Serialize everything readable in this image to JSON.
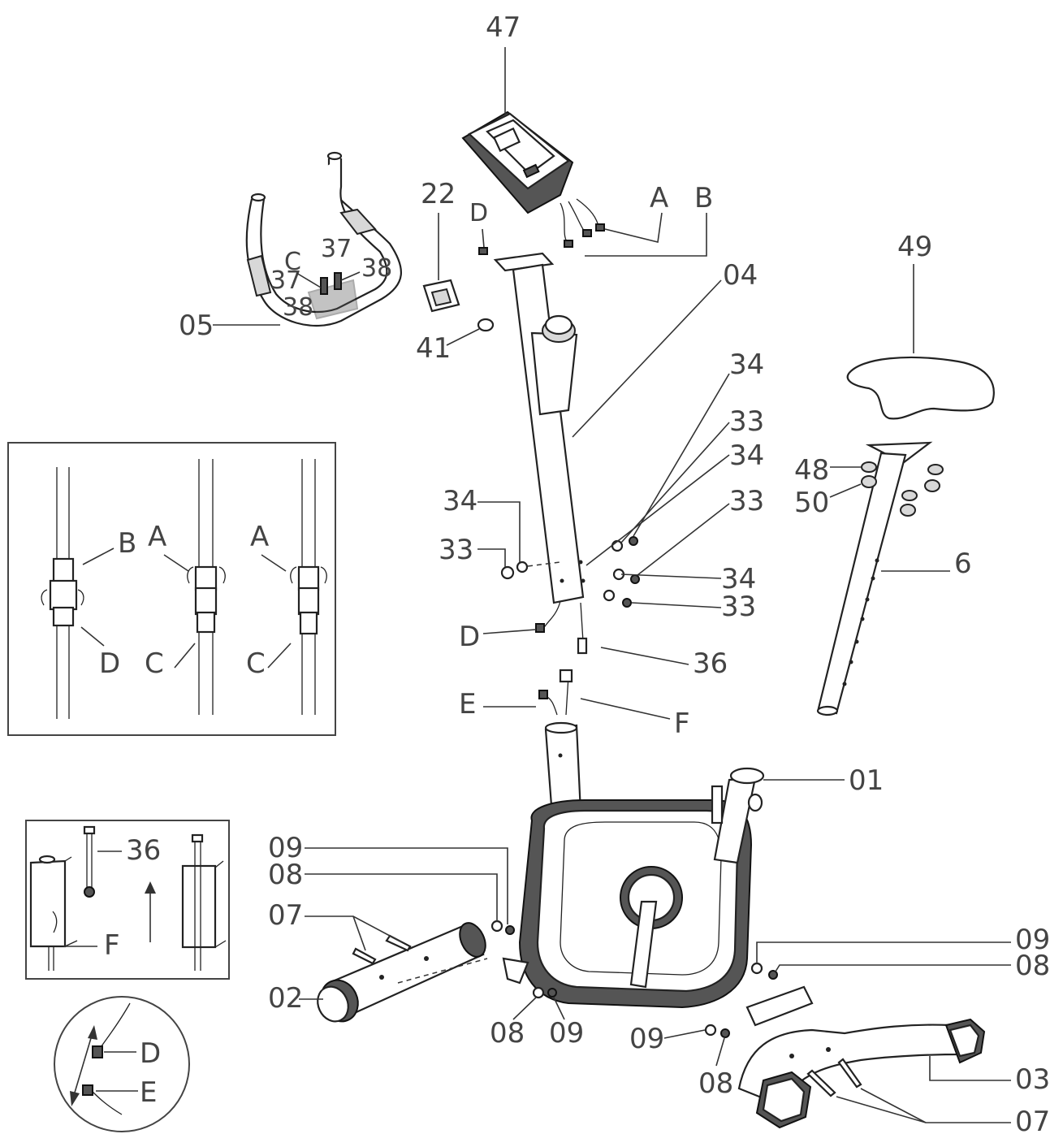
{
  "labels": {
    "p47": "47",
    "p22": "22",
    "p05": "05",
    "p41": "41",
    "p04": "04",
    "p49": "49",
    "p48": "48",
    "p50": "50",
    "p6": "6",
    "p01": "01",
    "p02": "02",
    "p03": "03",
    "p36": "36",
    "pE": "E",
    "pF": "F",
    "pA_top": "A",
    "pB_top": "B",
    "pD_top": "D",
    "pD_cable": "D",
    "p37a": "37",
    "p38a": "38",
    "p37b": "37",
    "p38b": "38",
    "pC_bar": "C",
    "p34_1": "34",
    "p33_1": "33",
    "p34_2": "34",
    "p33_2": "33",
    "p34_3": "34",
    "p33_3": "33",
    "p34_left": "34",
    "p33_left": "33",
    "p09_top": "09",
    "p08_top": "08",
    "p07_top": "07",
    "p08_mid": "08",
    "p09_mid": "09",
    "p09_right": "09",
    "p08_right": "08",
    "p09_low": "09",
    "p08_low": "08",
    "p07_bottom": "07"
  },
  "inset_connectors": {
    "B": "B",
    "A1": "A",
    "A2": "A",
    "D": "D",
    "C1": "C",
    "C2": "C"
  },
  "inset_sensor": {
    "n36": "36",
    "F": "F"
  },
  "inset_de": {
    "D": "D",
    "E": "E"
  }
}
